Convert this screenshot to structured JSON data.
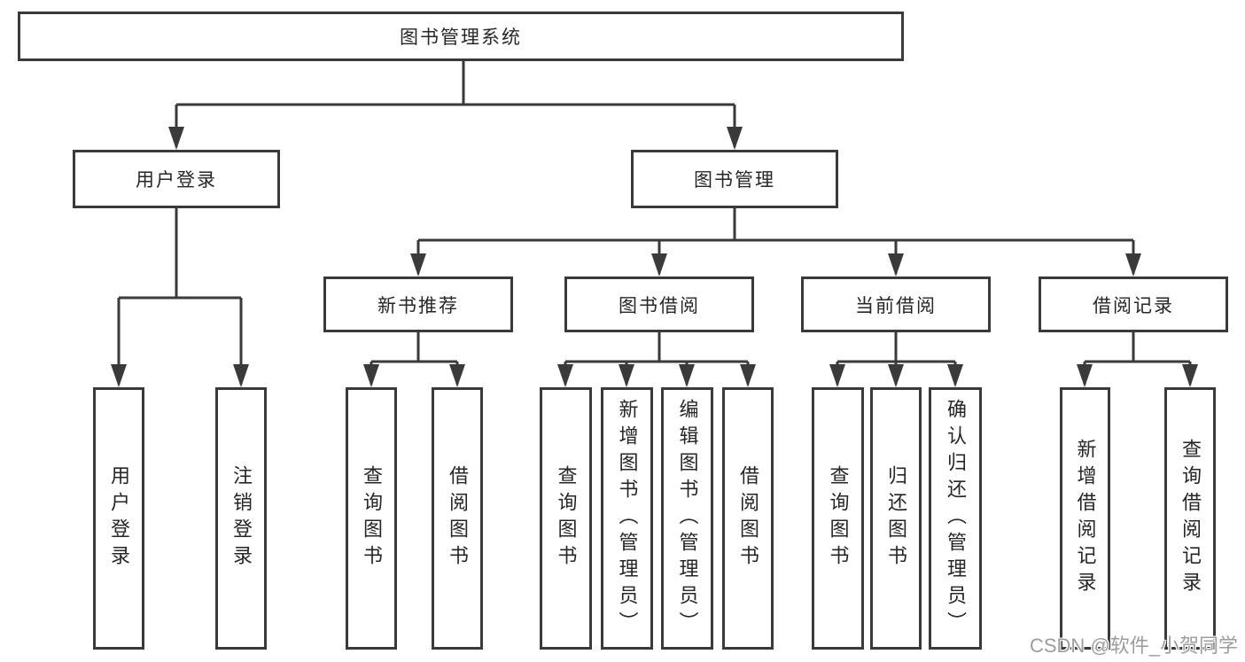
{
  "root": {
    "label": "图书管理系统"
  },
  "branches": [
    {
      "label": "用户登录",
      "children": [
        {
          "label": "用户登录"
        },
        {
          "label": "注销登录"
        }
      ]
    },
    {
      "label": "图书管理",
      "children": [
        {
          "label": "新书推荐",
          "children": [
            {
              "label": "查询图书"
            },
            {
              "label": "借阅图书"
            }
          ]
        },
        {
          "label": "图书借阅",
          "children": [
            {
              "label": "查询图书"
            },
            {
              "label": "新增图书（管理员）"
            },
            {
              "label": "编辑图书（管理员）"
            },
            {
              "label": "借阅图书"
            }
          ]
        },
        {
          "label": "当前借阅",
          "children": [
            {
              "label": "查询图书"
            },
            {
              "label": "归还图书"
            },
            {
              "label": "确认归还（管理员）"
            }
          ]
        },
        {
          "label": "借阅记录",
          "children": [
            {
              "label": "新增借阅记录"
            },
            {
              "label": "查询借阅记录"
            }
          ]
        }
      ]
    }
  ],
  "watermark": "CSDN @软件_小贺同学",
  "colors": {
    "line": "#3a3a3a",
    "border": "#3a3a3a",
    "text": "#262626",
    "watermark": "#9d9d9d",
    "background": "#ffffff"
  }
}
